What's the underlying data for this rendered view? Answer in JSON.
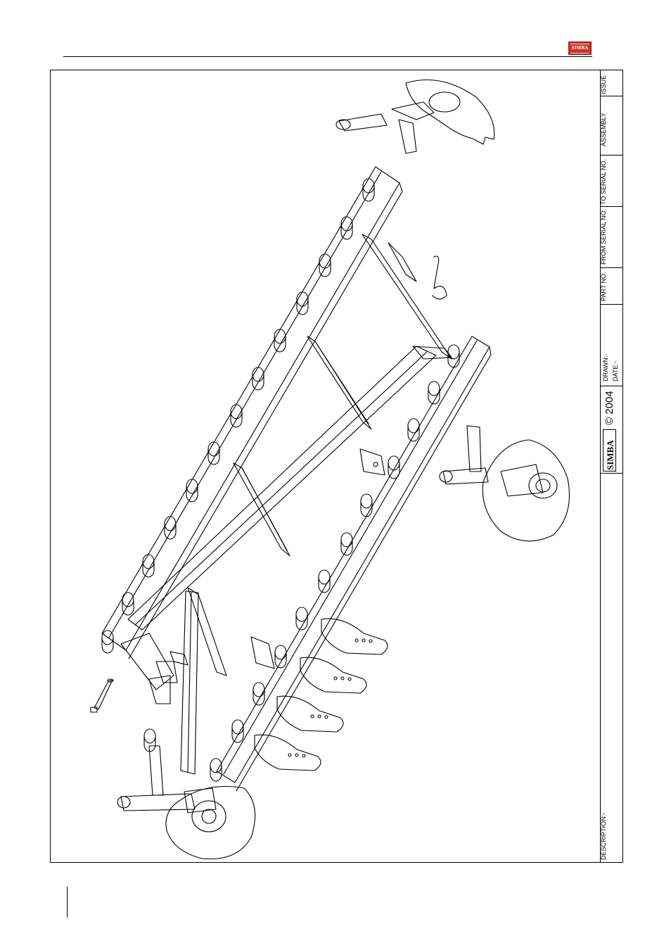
{
  "header": {
    "logo_text": "SIMBA"
  },
  "title_block": {
    "issue": "ISSUE",
    "assembly": "ASSEMBLY",
    "to_serial_no": "TO SERIAL NO.",
    "from_serial_no": "FROM SERIAL NO.",
    "part_no": "PART NO.",
    "drawn": "DRAWN:-",
    "date": "DATE:-",
    "copyright": "© 2004",
    "brand": "SIMBA",
    "description": "DESCRIPTION:-"
  }
}
